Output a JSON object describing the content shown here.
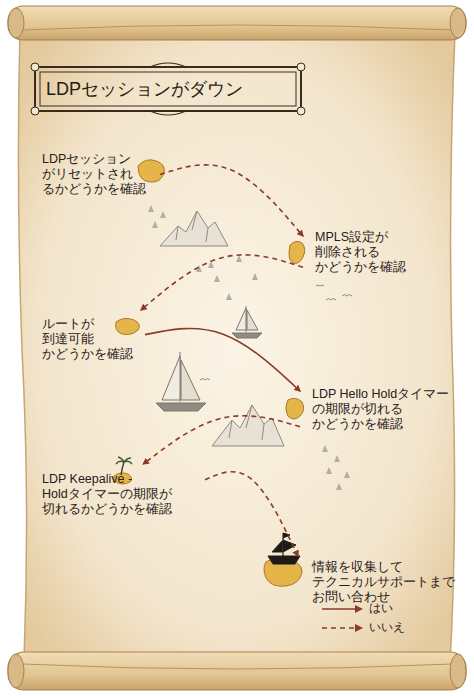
{
  "diagram": {
    "title": "LDPセッションがダウン",
    "nodes": [
      {
        "text": [
          "LDPセッション がリセットされ るかどうかを確認"
        ]
      },
      {
        "text": [
          "MPLS設定が 削除される かどうかを確認"
        ]
      },
      {
        "text": [
          "ルートが 到達可能 かどうかを確認"
        ]
      },
      {
        "text": [
          "LDP Hello Holdタイマー の期限が切れる かどうかを確認"
        ]
      },
      {
        "text": [
          "LDP Keepalive -Holdタイマーの期限が 切れるかどうかを確認"
        ]
      },
      {
        "text": [
          "情報を収集して テクニカルサポートまで お問い合わせ"
        ]
      }
    ],
    "edges": [
      {
        "from": 0,
        "to": 1,
        "arrow": "to"
      },
      {
        "from": 1,
        "to": 2,
        "arrow": "to"
      },
      {
        "from": 2,
        "to": 3,
        "arrow": "to"
      },
      {
        "from": 3,
        "to": 4,
        "arrow": "to"
      },
      {
        "from": 4,
        "to": 5,
        "arrow": "to"
      }
    ],
    "legend": [
      {
        "text": "はい"
      },
      {
        "text": "いいえ"
      }
    ]
  }
}
